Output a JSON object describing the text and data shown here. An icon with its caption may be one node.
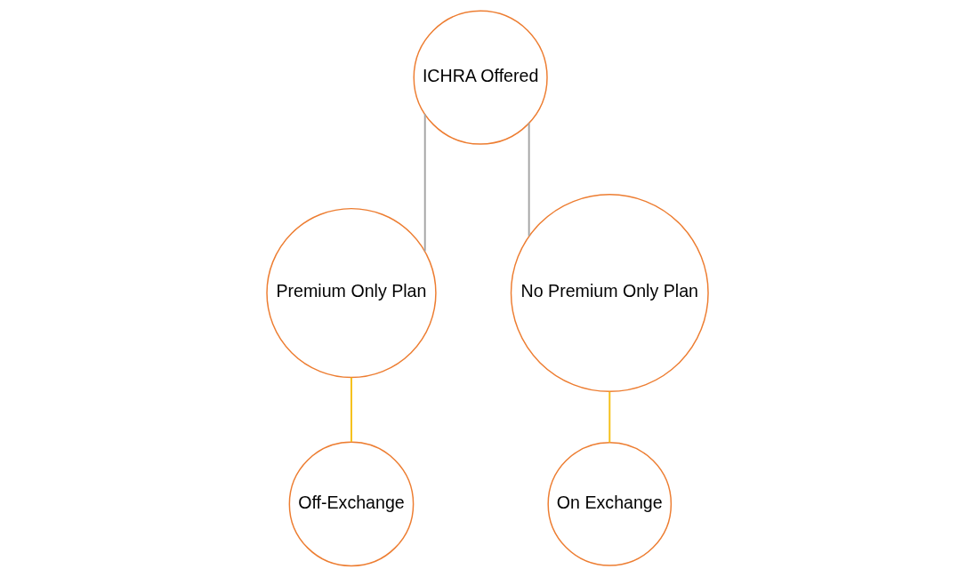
{
  "diagram": {
    "nodes": [
      {
        "text": [
          "ICHRA Offered"
        ]
      },
      {
        "text": [
          "Premium Only Plan"
        ]
      },
      {
        "text": [
          "No Premium Only Plan"
        ]
      },
      {
        "text": [
          "Off-Exchange"
        ]
      },
      {
        "text": [
          "On Exchange"
        ]
      }
    ],
    "edges": [
      {
        "from": 0,
        "to": 1,
        "arrow": "none",
        "color": "#a5a5a5"
      },
      {
        "from": 0,
        "to": 2,
        "arrow": "none",
        "color": "#a5a5a5"
      },
      {
        "from": 1,
        "to": 3,
        "arrow": "none",
        "color": "#f5c018"
      },
      {
        "from": 2,
        "to": 4,
        "arrow": "none",
        "color": "#f5c018"
      }
    ]
  }
}
